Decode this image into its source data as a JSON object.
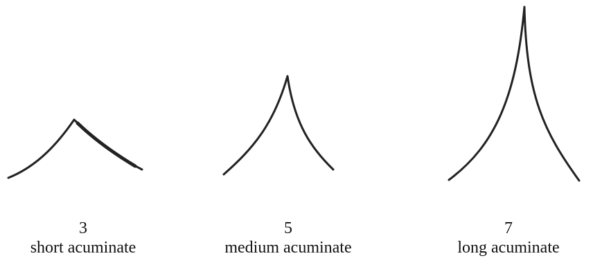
{
  "items": [
    {
      "number": "3",
      "label": "short acuminate"
    },
    {
      "number": "5",
      "label": "medium acuminate"
    },
    {
      "number": "7",
      "label": "long acuminate"
    }
  ],
  "colors": {
    "stroke": "#222222",
    "text": "#111111",
    "background": "#ffffff"
  }
}
